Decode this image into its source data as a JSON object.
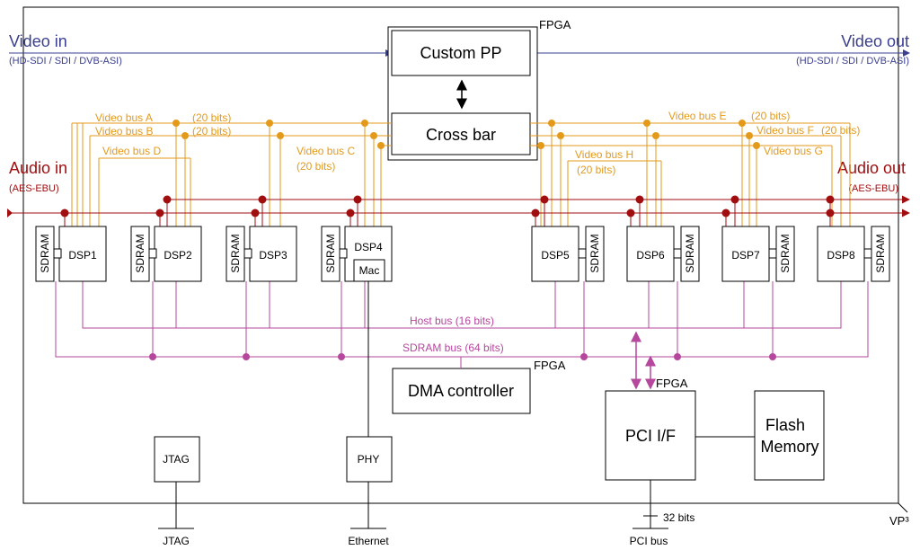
{
  "board": {
    "label": "VP³"
  },
  "video_in": {
    "title": "Video in",
    "formats": "(HD-SDI / SDI / DVB-ASI)"
  },
  "video_out": {
    "title": "Video out",
    "formats": "(HD-SDI / SDI / DVB-ASI)"
  },
  "audio_in": {
    "title": "Audio in",
    "format": "(AES-EBU)"
  },
  "audio_out": {
    "title": "Audio out",
    "format": "(AES-EBU)"
  },
  "fpga_top": {
    "label": "FPGA",
    "custom_pp": "Custom PP",
    "cross_bar": "Cross bar"
  },
  "video_buses": {
    "a": "Video bus A",
    "b": "Video bus B",
    "c": "Video bus C",
    "d": "Video bus D",
    "e": "Video bus E",
    "f": "Video bus F",
    "g": "Video bus G",
    "h": "Video bus H",
    "bits": "(20 bits)"
  },
  "dsps": [
    "DSP1",
    "DSP2",
    "DSP3",
    "DSP4",
    "DSP5",
    "DSP6",
    "DSP7",
    "DSP8"
  ],
  "sdram_label": "SDRAM",
  "mac_label": "Mac",
  "host_bus": "Host bus (16 bits)",
  "sdram_bus": "SDRAM bus (64 bits)",
  "dma": {
    "fpga": "FPGA",
    "label": "DMA controller"
  },
  "pci": {
    "fpga": "FPGA",
    "label": "PCI I/F",
    "bits": "32 bits",
    "bus": "PCI bus"
  },
  "flash": {
    "line1": "Flash",
    "line2": "Memory"
  },
  "jtag": {
    "box": "JTAG",
    "connector": "JTAG"
  },
  "phy": {
    "box": "PHY",
    "connector": "Ethernet"
  },
  "colors": {
    "video": "#3a3f8f",
    "audio": "#a00e10",
    "bus": "#e39a1a",
    "host": "#b5479c"
  }
}
